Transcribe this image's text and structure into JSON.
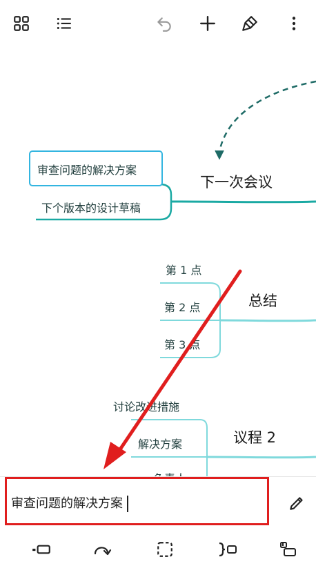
{
  "toolbar": {
    "icons": [
      "grid-icon",
      "list-icon",
      "undo-icon",
      "add-icon",
      "brush-icon",
      "more-vert-icon"
    ]
  },
  "mindmap": {
    "topics": {
      "next_meeting": "下一次会议",
      "summary": "总结",
      "agenda2": "议程 2"
    },
    "next_meeting_children": [
      "审查问题的解决方案",
      "下个版本的设计草稿"
    ],
    "summary_children": [
      "第 1 点",
      "第 2 点",
      "第 3 点"
    ],
    "agenda2_children": [
      "讨论改进措施",
      "解决方案",
      "负责人"
    ]
  },
  "editor": {
    "value": "审查问题的解决方案"
  },
  "bottombar": {
    "icons": [
      "insert-sibling-icon",
      "redo-relation-icon",
      "boundary-icon",
      "summary-bracket-icon",
      "insert-child-icon"
    ]
  },
  "colors": {
    "branch": "#1aa9a3",
    "branch_light": "#7fd9dc",
    "selection": "#33b5e0",
    "highlight": "#e01e1e",
    "relation_dashed": "#1e6b66"
  }
}
